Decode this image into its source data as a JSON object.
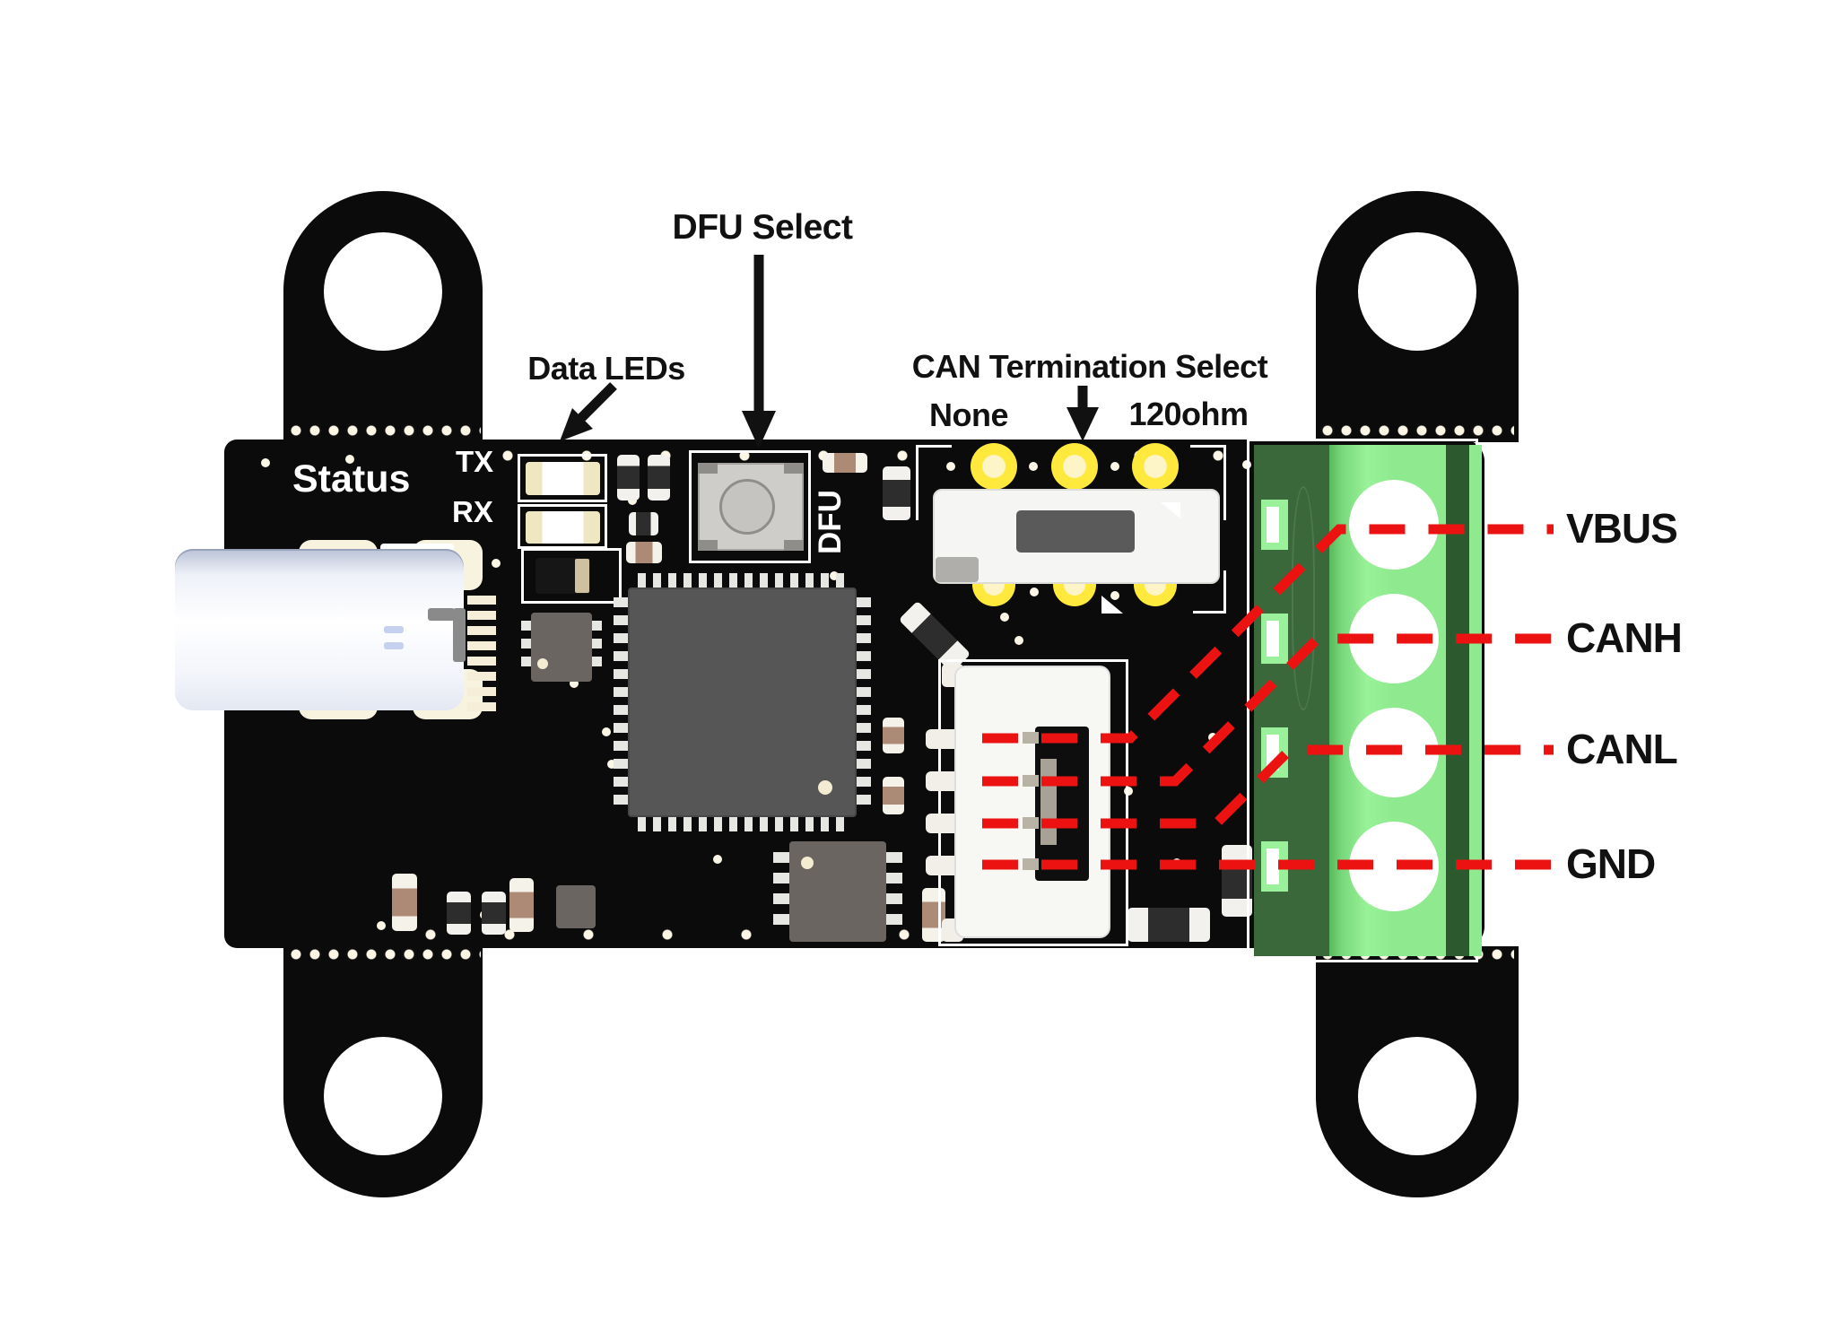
{
  "board_silkscreen": {
    "status_label": "Status",
    "tx_label": "TX",
    "rx_label": "RX",
    "dfu_label": "DFU"
  },
  "callouts": {
    "dfu_select": {
      "label": "DFU Select"
    },
    "data_leds": {
      "label": "Data LEDs"
    },
    "can_termination": {
      "label": "CAN Termination Select",
      "option_left": "None",
      "option_right": "120ohm"
    }
  },
  "terminal_pinout": [
    {
      "label": "VBUS"
    },
    {
      "label": "CANH"
    },
    {
      "label": "CANL"
    },
    {
      "label": "GND"
    }
  ],
  "colors": {
    "pcb_black": "#0b0b0b",
    "silkscreen_white": "#ffffff",
    "leader_red": "#ed1212",
    "terminal_green_light": "#8fe98f",
    "terminal_green_dark": "#3a683b",
    "pad_yellow": "#ffe93c",
    "annotation_text": "#111111"
  }
}
